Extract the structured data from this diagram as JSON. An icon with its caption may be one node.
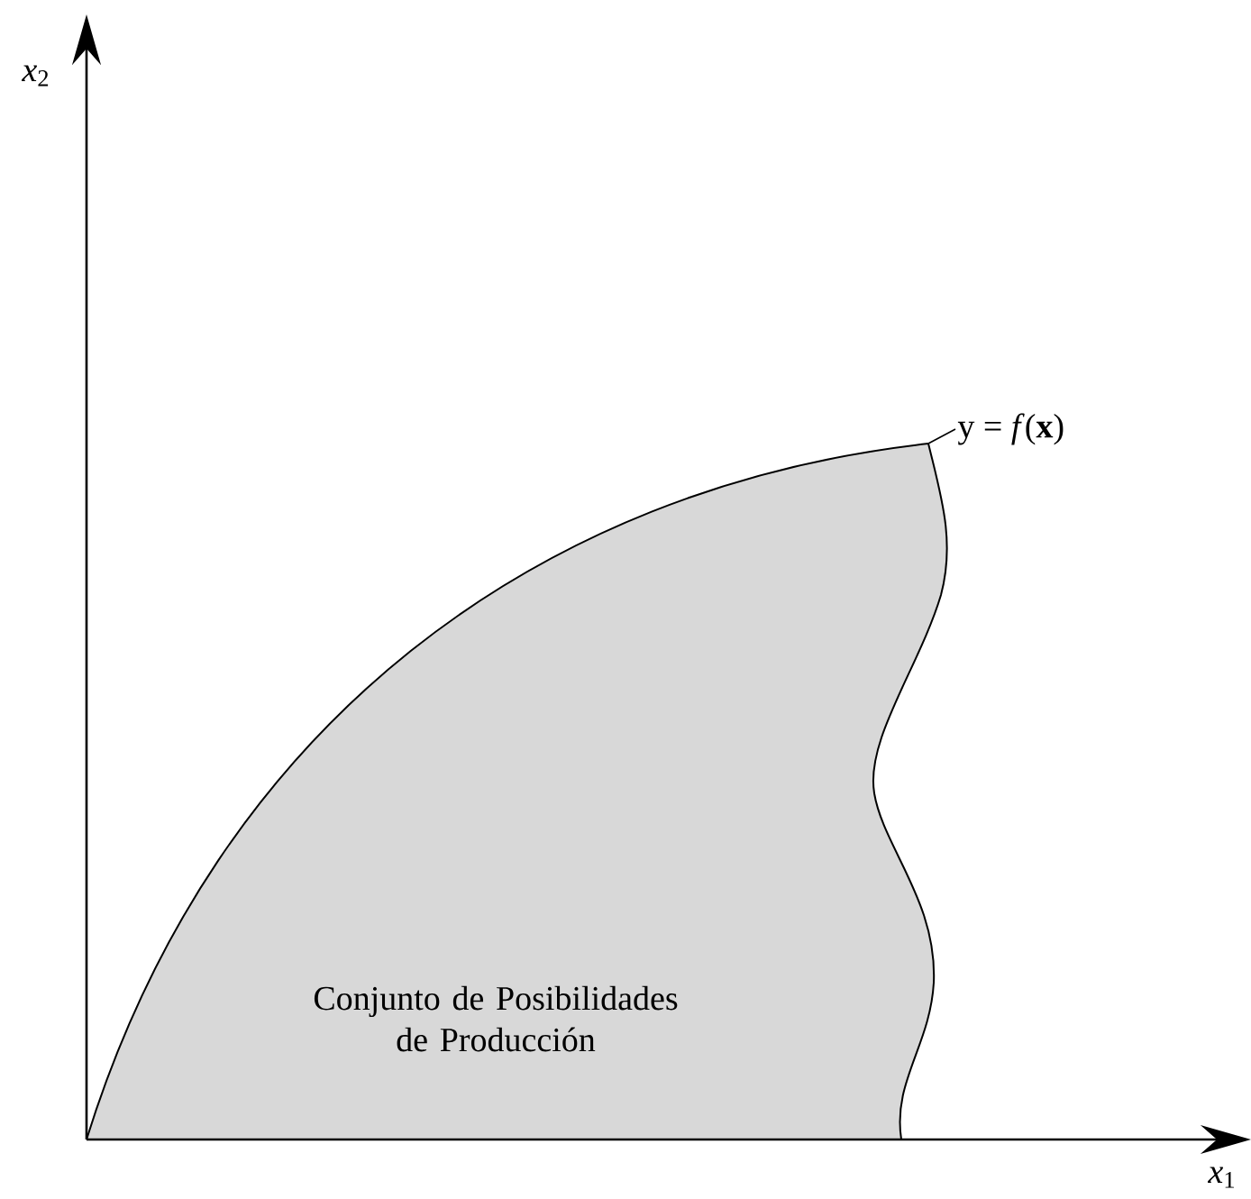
{
  "diagram": {
    "nodes": [
      {
        "text": [
          "Conjunto de Posibilidades de Producción"
        ]
      },
      {
        "text": [
          "y = *f*(**x**)"
        ]
      }
    ],
    "edges": [
      {
        "from": 1,
        "to": 0,
        "arrow": "none"
      }
    ],
    "labels": [
      "*x*$_{2}$",
      "*x*$_{1}$"
    ]
  }
}
